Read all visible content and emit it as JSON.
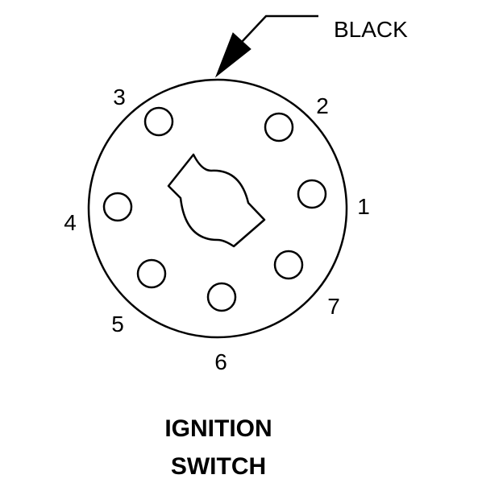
{
  "callout": {
    "label": "BLACK"
  },
  "pins": [
    {
      "number": "1"
    },
    {
      "number": "2"
    },
    {
      "number": "3"
    },
    {
      "number": "4"
    },
    {
      "number": "5"
    },
    {
      "number": "6"
    },
    {
      "number": "7"
    }
  ],
  "title": {
    "line1": "IGNITION",
    "line2": "SWITCH"
  },
  "colors": {
    "line": "#000000",
    "background": "#ffffff"
  }
}
